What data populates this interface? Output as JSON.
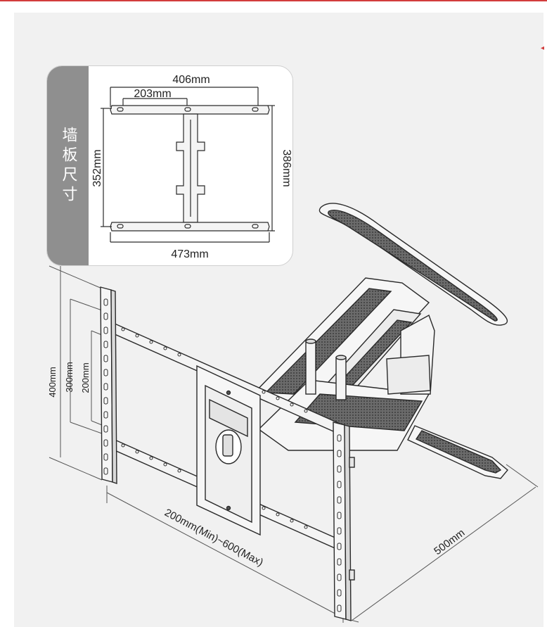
{
  "callout": {
    "title": "墙板尺寸",
    "width_top": "406mm",
    "width_center": "203mm",
    "height_left": "352mm",
    "height_right": "386mm",
    "width_bottom": "473mm"
  },
  "dimensions": {
    "height_400": "400mm",
    "height_300": "300mm",
    "height_200": "200mm",
    "extension_range": "200mm(Min)~600(Max)",
    "depth": "500mm"
  },
  "colors": {
    "background": "#f1f1f1",
    "accent": "#d23c3c",
    "sidebar": "#8f8f8f",
    "line": "#2a2a2a",
    "mesh": "#555555"
  },
  "icons": {
    "edge_marker": "triangle-left-icon"
  }
}
